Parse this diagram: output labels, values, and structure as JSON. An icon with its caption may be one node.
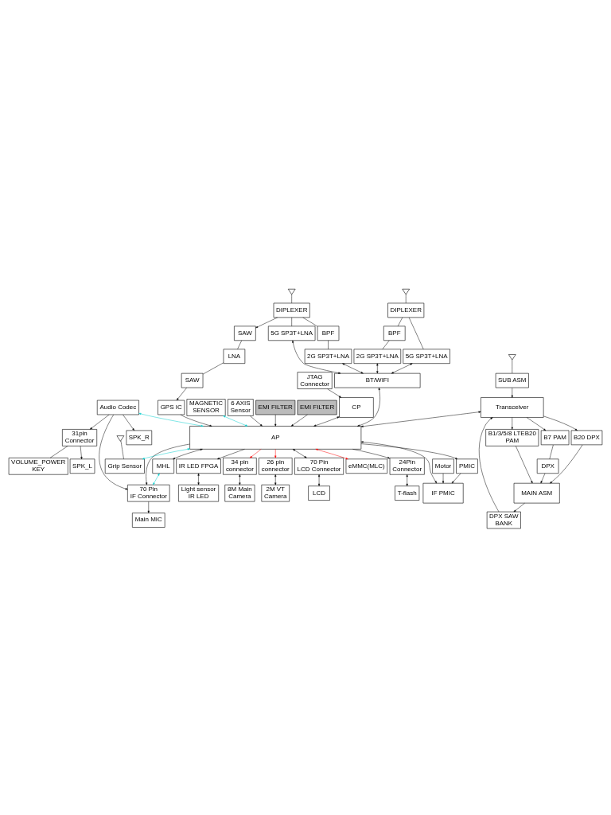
{
  "diagram": {
    "nodes": [
      {
        "text": [
          "AP"
        ]
      },
      {
        "text": [
          "CP"
        ]
      },
      {
        "text": [
          "BT/WIFI"
        ]
      },
      {
        "text": [
          "5G SP3T+LNA"
        ]
      },
      {
        "text": [
          "2G SP3T+LNA"
        ]
      },
      {
        "text": [
          "5G SP3T+LNA"
        ]
      },
      {
        "text": [
          "2G SP3T+LNA"
        ]
      },
      {
        "text": [
          "DIPLEXER"
        ]
      },
      {
        "text": [
          "DIPLEXER"
        ]
      },
      {
        "text": [
          "BPF"
        ]
      },
      {
        "text": [
          "BPF"
        ]
      },
      {
        "text": [
          "SAW"
        ]
      },
      {
        "text": [
          "LNA"
        ]
      },
      {
        "text": [
          "SAW"
        ]
      },
      {
        "text": [
          "GPS IC"
        ]
      },
      {
        "text": [
          "SUB ASM"
        ]
      },
      {
        "text": [
          "MAIN ASM"
        ]
      },
      {
        "text": [
          "Transceiver"
        ]
      },
      {
        "text": [
          "B7 PAM"
        ]
      },
      {
        "text": [
          "DPX"
        ]
      },
      {
        "text": [
          "B20 DPX"
        ]
      },
      {
        "text": [
          "B1/3/5/8 LTEB20 PAM"
        ]
      },
      {
        "text": [
          "DPX SAW BANK"
        ]
      },
      {
        "text": [
          "Grip Sensor"
        ]
      },
      {
        "text": [
          "Audio Codec"
        ]
      },
      {
        "text": [
          "MHL"
        ]
      },
      {
        "text": [
          "31pin Connector"
        ]
      },
      {
        "text": [
          "70 Pin IF Connector"
        ]
      },
      {
        "text": [
          "VOLUME_POWER KEY"
        ]
      },
      {
        "text": [
          "SPK_L"
        ]
      },
      {
        "text": [
          "SPK_R"
        ]
      },
      {
        "text": [
          "Main MIC"
        ]
      },
      {
        "text": [
          "JTAG Connector"
        ]
      },
      {
        "text": [
          "IR LED FPGA"
        ]
      },
      {
        "text": [
          "Light sensor IR LED"
        ]
      },
      {
        "text": [
          "MAGNETIC SENSOR"
        ]
      },
      {
        "text": [
          "6 AXIS Sensor"
        ]
      },
      {
        "text": [
          "EMI FILTER"
        ]
      },
      {
        "text": [
          "34 pin connector"
        ]
      },
      {
        "text": [
          "8M Main Camera"
        ]
      },
      {
        "text": [
          "EMI FILTER"
        ]
      },
      {
        "text": [
          "26 pin connector"
        ]
      },
      {
        "text": [
          "2M VT Camera"
        ]
      },
      {
        "text": [
          "eMMC(MLC)"
        ]
      },
      {
        "text": [
          "70 Pin LCD Connector"
        ]
      },
      {
        "text": [
          "LCD"
        ]
      },
      {
        "text": [
          "24Pin Connector"
        ]
      },
      {
        "text": [
          "T-flash"
        ]
      },
      {
        "text": [
          "IF PMIC"
        ]
      },
      {
        "text": [
          "PMIC"
        ]
      },
      {
        "text": [
          "Motor"
        ]
      },
      {
        "text": [],
        "shape": "triangle"
      },
      {
        "text": [],
        "shape": "triangle"
      },
      {
        "text": [],
        "shape": "triangle"
      },
      {
        "text": [],
        "shape": "triangle"
      }
    ],
    "edges": [
      {
        "from": 51,
        "to": 7,
        "arrow": "none"
      },
      {
        "from": 7,
        "to": 3,
        "arrow": "none"
      },
      {
        "from": 7,
        "to": 9,
        "arrow": "none"
      },
      {
        "from": 9,
        "to": 4,
        "arrow": "none"
      },
      {
        "from": 52,
        "to": 8,
        "arrow": "none"
      },
      {
        "from": 8,
        "to": 5,
        "arrow": "none"
      },
      {
        "from": 8,
        "to": 10,
        "arrow": "none"
      },
      {
        "from": 10,
        "to": 6,
        "arrow": "none"
      },
      {
        "from": 3,
        "to": 2,
        "arrow": "both"
      },
      {
        "from": 4,
        "to": 2,
        "arrow": "both"
      },
      {
        "from": 5,
        "to": 2,
        "arrow": "both"
      },
      {
        "from": 6,
        "to": 2,
        "arrow": "both"
      },
      {
        "from": 2,
        "to": 0,
        "arrow": "both"
      },
      {
        "from": 8,
        "to": 11,
        "arrow": "to"
      },
      {
        "from": 11,
        "to": 12,
        "arrow": "none"
      },
      {
        "from": 12,
        "to": 13,
        "arrow": "none"
      },
      {
        "from": 13,
        "to": 14,
        "arrow": "to"
      },
      {
        "from": 14,
        "to": 0,
        "arrow": "to"
      },
      {
        "from": 53,
        "to": 15,
        "arrow": "none"
      },
      {
        "from": 15,
        "to": 17,
        "arrow": "to"
      },
      {
        "from": 17,
        "to": 18,
        "arrow": "to"
      },
      {
        "from": 18,
        "to": 19,
        "arrow": "none"
      },
      {
        "from": 19,
        "to": 16,
        "arrow": "to"
      },
      {
        "from": 17,
        "to": 20,
        "arrow": "to"
      },
      {
        "from": 20,
        "to": 16,
        "arrow": "to"
      },
      {
        "from": 17,
        "to": 21,
        "arrow": "to"
      },
      {
        "from": 21,
        "to": 16,
        "arrow": "to"
      },
      {
        "from": 16,
        "to": 22,
        "arrow": "to"
      },
      {
        "from": 22,
        "to": 17,
        "arrow": "to"
      },
      {
        "from": 17,
        "to": 0,
        "arrow": "both"
      },
      {
        "from": 54,
        "to": 23,
        "arrow": "none"
      },
      {
        "from": 0,
        "to": 23,
        "arrow": "both",
        "color": "#00cccc"
      },
      {
        "from": 24,
        "to": 0,
        "arrow": "both",
        "color": "#00cccc"
      },
      {
        "from": 24,
        "to": 26,
        "arrow": "to"
      },
      {
        "from": 24,
        "to": 30,
        "arrow": "to"
      },
      {
        "from": 26,
        "to": 29,
        "arrow": "to"
      },
      {
        "from": 26,
        "to": 28,
        "arrow": "none"
      },
      {
        "from": 27,
        "to": 31,
        "arrow": "to"
      },
      {
        "from": 24,
        "to": 27,
        "arrow": "to"
      },
      {
        "from": 25,
        "to": 27,
        "arrow": "both",
        "color": "#00cccc"
      },
      {
        "from": 0,
        "to": 25,
        "arrow": "both"
      },
      {
        "from": 0,
        "to": 27,
        "arrow": "to"
      },
      {
        "from": 32,
        "to": 1,
        "arrow": "to"
      },
      {
        "from": 1,
        "to": 0,
        "arrow": "both"
      },
      {
        "from": 0,
        "to": 33,
        "arrow": "to"
      },
      {
        "from": 33,
        "to": 34,
        "arrow": "both"
      },
      {
        "from": 35,
        "to": 0,
        "arrow": "both",
        "color": "#00cccc"
      },
      {
        "from": 36,
        "to": 0,
        "arrow": "to"
      },
      {
        "from": 37,
        "to": 0,
        "arrow": "to"
      },
      {
        "from": 0,
        "to": 38,
        "arrow": "to",
        "color": "#ff0000"
      },
      {
        "from": 38,
        "to": 39,
        "arrow": "both"
      },
      {
        "from": 40,
        "to": 0,
        "arrow": "to"
      },
      {
        "from": 0,
        "to": 41,
        "arrow": "to",
        "color": "#ff0000"
      },
      {
        "from": 41,
        "to": 42,
        "arrow": "both"
      },
      {
        "from": 0,
        "to": 43,
        "arrow": "both",
        "color": "#ff0000"
      },
      {
        "from": 0,
        "to": 44,
        "arrow": "both"
      },
      {
        "from": 44,
        "to": 45,
        "arrow": "both"
      },
      {
        "from": 0,
        "to": 46,
        "arrow": "to"
      },
      {
        "from": 46,
        "to": 47,
        "arrow": "both"
      },
      {
        "from": 0,
        "to": 48,
        "arrow": "both"
      },
      {
        "from": 50,
        "to": 48,
        "arrow": "to"
      },
      {
        "from": 0,
        "to": 49,
        "arrow": "to"
      },
      {
        "from": 49,
        "to": 48,
        "arrow": "to"
      }
    ]
  }
}
